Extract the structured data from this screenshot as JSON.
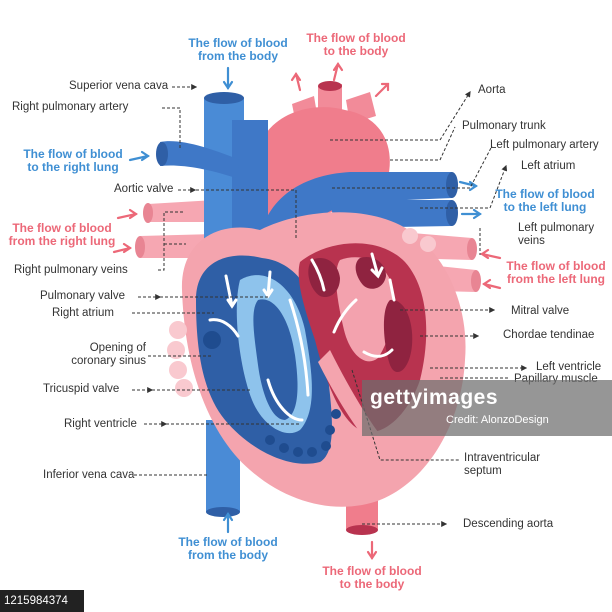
{
  "labels": {
    "superior_vena_cava": "Superior vena cava",
    "right_pulmonary_artery": "Right pulmonary artery",
    "aortic_valve": "Aortic valve",
    "right_pulmonary_veins": "Right pulmonary veins",
    "pulmonary_valve": "Pulmonary valve",
    "right_atrium": "Right atrium",
    "opening_coronary_sinus_1": "Opening of",
    "opening_coronary_sinus_2": "coronary sinus",
    "tricuspid_valve": "Tricuspid valve",
    "right_ventricle": "Right ventricle",
    "inferior_vena_cava": "Inferior vena cava",
    "aorta": "Aorta",
    "pulmonary_trunk": "Pulmonary trunk",
    "left_pulmonary_artery": "Left pulmonary artery",
    "left_atrium": "Left atrium",
    "left_pulmonary_veins_1": "Left pulmonary",
    "left_pulmonary_veins_2": "veins",
    "mitral_valve": "Mitral valve",
    "chordae_tendinae": "Chordae tendinae",
    "left_ventricle": "Left ventricle",
    "papillary_muscle": "Papillary muscle",
    "intraventricular_septum_1": "Intraventricular",
    "intraventricular_septum_2": "septum",
    "descending_aorta": "Descending aorta"
  },
  "flows": {
    "from_body_top_1": "The flow of blood",
    "from_body_top_2": "from the body",
    "to_body_top_1": "The flow of blood",
    "to_body_top_2": "to the body",
    "to_right_lung_1": "The flow of blood",
    "to_right_lung_2": "to the right lung",
    "from_right_lung_1": "The flow of blood",
    "from_right_lung_2": "from the right lung",
    "to_left_lung_1": "The flow of blood",
    "to_left_lung_2": "to the left lung",
    "from_left_lung_1": "The flow of blood",
    "from_left_lung_2": "from the left lung",
    "from_body_bottom_1": "The flow of blood",
    "from_body_bottom_2": "from the body",
    "to_body_bottom_1": "The flow of blood",
    "to_body_bottom_2": "to the body"
  },
  "watermark": {
    "brand": "gettyimages",
    "credit": "Credit: AlonzoDesign"
  },
  "footer_id": "1215984374",
  "colors": {
    "deoxygenated": "#3f78c7",
    "deoxygenated_light": "#8ec3ec",
    "oxygenated": "#f07d8c",
    "oxygenated_dark": "#b8334f",
    "flow_blue": "#3f8fd3",
    "flow_red": "#ec6878"
  }
}
